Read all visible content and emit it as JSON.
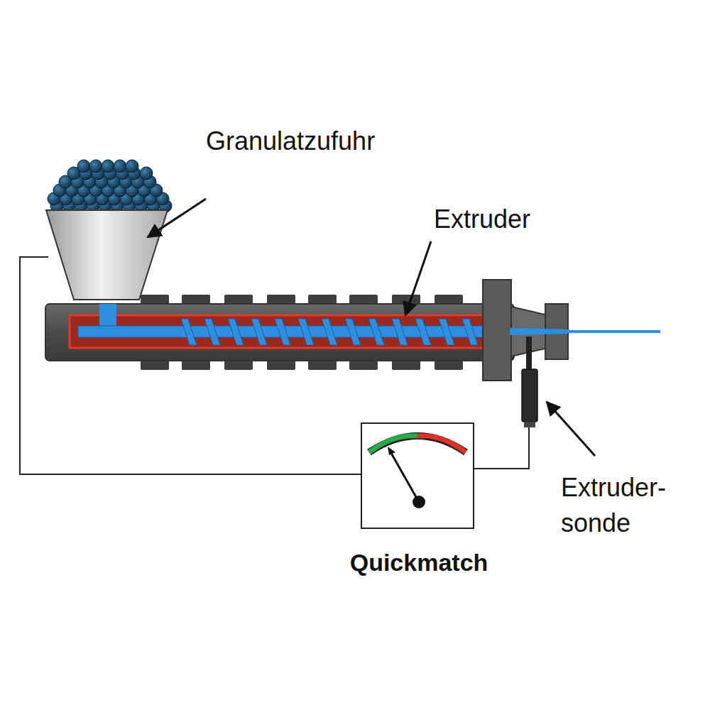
{
  "diagram": {
    "nodes": [
      {
        "text": [
          "Quickmatch"
        ]
      }
    ],
    "labels": [
      "Granulatzufuhr",
      "Extruder",
      "Extruder- sonde"
    ]
  }
}
